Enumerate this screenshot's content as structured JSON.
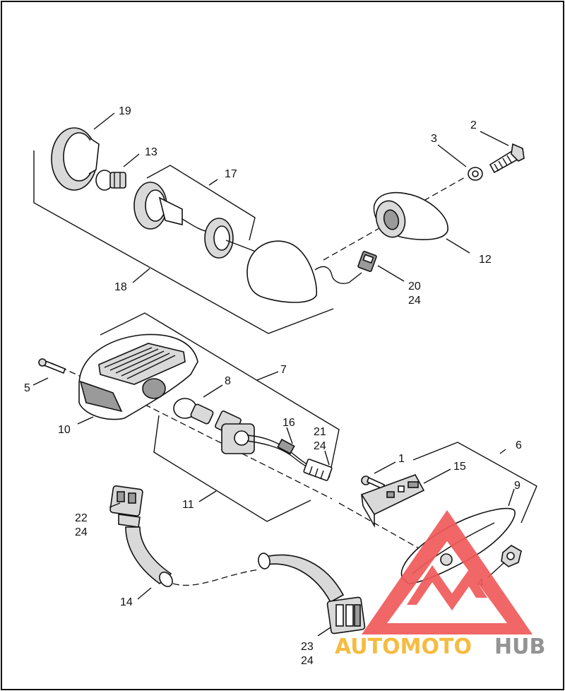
{
  "diagram": {
    "labels": [
      {
        "id": "1",
        "text": "1"
      },
      {
        "id": "2",
        "text": "2"
      },
      {
        "id": "3",
        "text": "3"
      },
      {
        "id": "4",
        "text": "4"
      },
      {
        "id": "5",
        "text": "5"
      },
      {
        "id": "6",
        "text": "6"
      },
      {
        "id": "7",
        "text": "7"
      },
      {
        "id": "8",
        "text": "8"
      },
      {
        "id": "9",
        "text": "9"
      },
      {
        "id": "10",
        "text": "10"
      },
      {
        "id": "11",
        "text": "11"
      },
      {
        "id": "12",
        "text": "12"
      },
      {
        "id": "13",
        "text": "13"
      },
      {
        "id": "14",
        "text": "14"
      },
      {
        "id": "15",
        "text": "15"
      },
      {
        "id": "16",
        "text": "16"
      },
      {
        "id": "17",
        "text": "17"
      },
      {
        "id": "18",
        "text": "18"
      },
      {
        "id": "19",
        "text": "19"
      },
      {
        "id": "20",
        "text": "20"
      },
      {
        "id": "20b",
        "text": "24"
      },
      {
        "id": "21",
        "text": "21"
      },
      {
        "id": "21b",
        "text": "24"
      },
      {
        "id": "22",
        "text": "22"
      },
      {
        "id": "22b",
        "text": "24"
      },
      {
        "id": "23",
        "text": "23"
      },
      {
        "id": "23b",
        "text": "24"
      }
    ]
  },
  "watermark": {
    "part1": "AUTOMOTO",
    "part2": "HUB",
    "color_triangle": "#f05a5a",
    "color_part1": "#f5b731",
    "color_part2": "#8a8a8a"
  }
}
